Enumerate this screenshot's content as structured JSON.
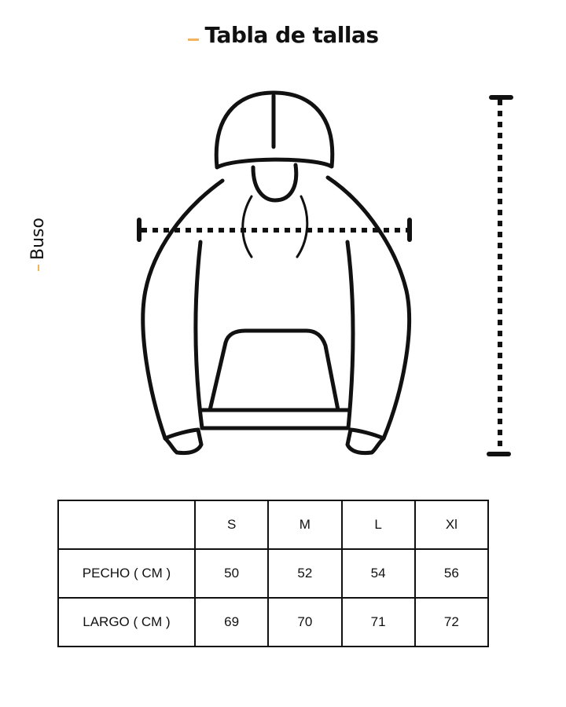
{
  "header": {
    "title": "Tabla de tallas",
    "accent_color": "#f3b35a"
  },
  "side_label": "Buso",
  "illustration": {
    "icon": "hoodie-outline-icon",
    "line_color": "#111111"
  },
  "size_table": {
    "columns": [
      "",
      "S",
      "M",
      "L",
      "Xl"
    ],
    "rows": [
      {
        "label": "PECHO ( CM )",
        "values": [
          "50",
          "52",
          "54",
          "56"
        ]
      },
      {
        "label": "LARGO ( CM )",
        "values": [
          "69",
          "70",
          "71",
          "72"
        ]
      }
    ]
  }
}
